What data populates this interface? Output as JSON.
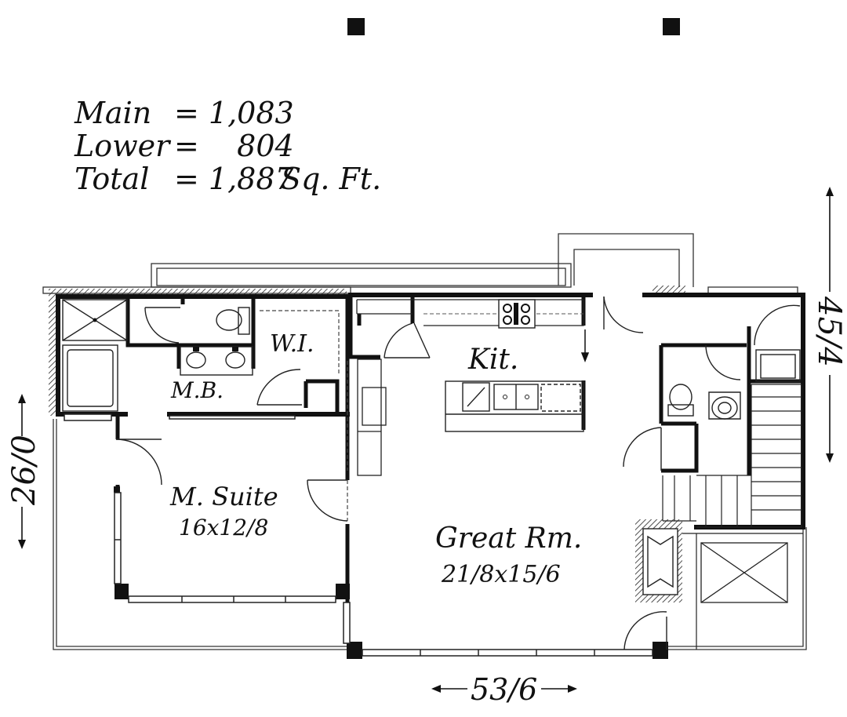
{
  "areas": [
    {
      "label": "Main",
      "value": "= 1,083",
      "unit": ""
    },
    {
      "label": "Lower",
      "value": "=    804",
      "unit": ""
    },
    {
      "label": "Total",
      "value": "= 1,887",
      "unit": "Sq. Ft."
    }
  ],
  "rooms": {
    "kitchen": "Kit.",
    "walk_in": "W.I.",
    "master_bath": "M.B.",
    "master_suite": {
      "name": "M. Suite",
      "size": "16x12/8"
    },
    "great_room": {
      "name": "Great Rm.",
      "size": "21/8x15/6"
    }
  },
  "dimensions": {
    "width": "53/6",
    "depth_right": "45/4",
    "depth_left": "26/0"
  }
}
